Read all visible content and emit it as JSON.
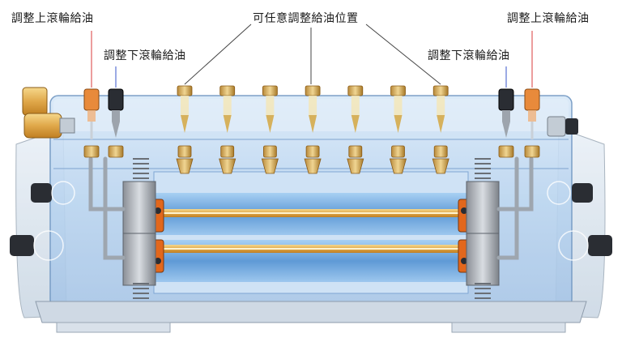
{
  "labels": {
    "upper_left": "調整上滾輪給油",
    "lower_left": "調整下滾輪給油",
    "center": "可任意調整給油位置",
    "lower_right": "調整下滾輪給油",
    "upper_right": "調整上滾輪給油"
  },
  "colors": {
    "body": "#b9d4ef",
    "roller_gold": "#e0a84a",
    "roller_orange": "#e2671c",
    "roller_blue": "#7fb3e3",
    "nozzle_gold": "#d6b15c",
    "upper_knob": "#e88a3b",
    "lower_knob": "#2a2d33",
    "leader_red": "#d93b3b",
    "leader_blue": "#3a55c8",
    "leader_gray": "#444444"
  },
  "nozzle_count": 7
}
